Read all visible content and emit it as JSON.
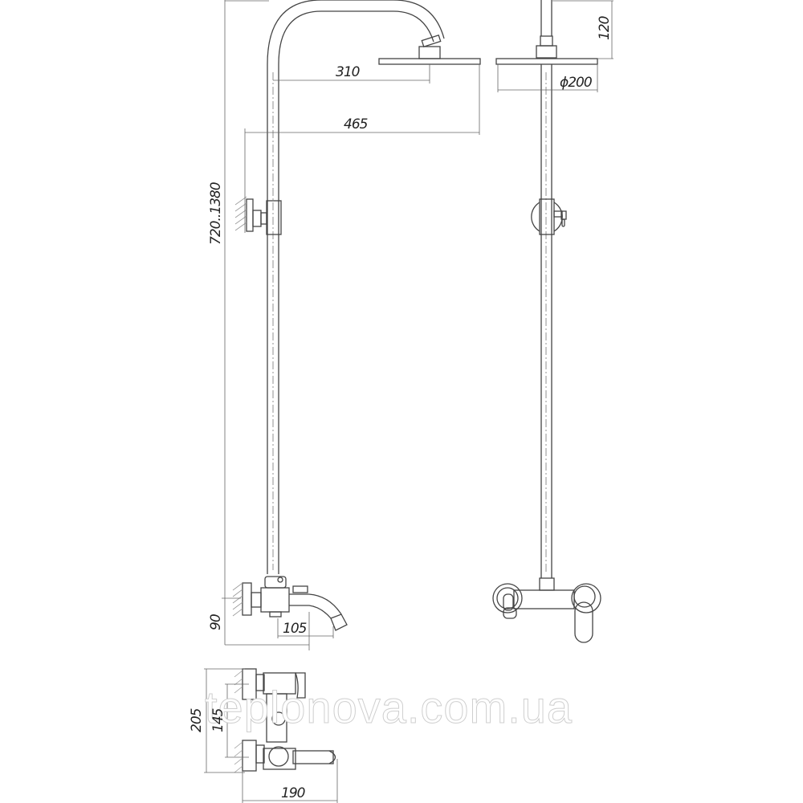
{
  "drawing": {
    "type": "technical-drawing",
    "subject": "shower-system-with-bath-mixer",
    "views": [
      "side-view",
      "front-view",
      "mixer-top-view"
    ]
  },
  "dimensions": {
    "arm_reach": "310",
    "total_reach": "465",
    "height_range": "720..1380",
    "head_height": "120",
    "head_diameter": "ϕ200",
    "spout_offset": "90",
    "spout_length": "105",
    "mixer_depth": "205",
    "mixer_center": "145",
    "mixer_width": "190"
  },
  "watermark": {
    "text": "teplonova.com.ua"
  },
  "colors": {
    "line": "#444444",
    "dimension": "#666666",
    "background": "#ffffff"
  }
}
